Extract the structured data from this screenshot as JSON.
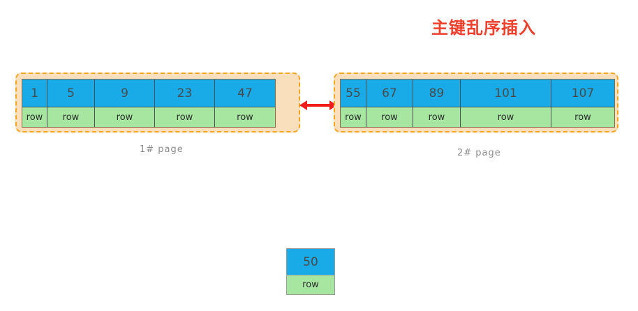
{
  "title": "主键乱序插入",
  "colors": {
    "title": "#ee402c",
    "key_cell": "#18abe8",
    "row_cell": "#a6e6a1",
    "page_fill": "#fadfbd",
    "page_border": "#f5a51e",
    "arrow": "#ee1c1c"
  },
  "pages": [
    {
      "id": "page-1",
      "caption": "1#  page",
      "free_space": true,
      "slots": [
        {
          "key": "1",
          "row": "row",
          "width": 36
        },
        {
          "key": "5",
          "row": "row",
          "width": 68
        },
        {
          "key": "9",
          "row": "row",
          "width": 86
        },
        {
          "key": "23",
          "row": "row",
          "width": 86
        },
        {
          "key": "47",
          "row": "row",
          "width": 86
        }
      ]
    },
    {
      "id": "page-2",
      "caption": "2#  page",
      "free_space": false,
      "slots": [
        {
          "key": "55",
          "row": "row",
          "width": 37
        },
        {
          "key": "67",
          "row": "row",
          "width": 67
        },
        {
          "key": "89",
          "row": "row",
          "width": 68
        },
        {
          "key": "101",
          "row": "row",
          "width": 130
        },
        {
          "key": "107",
          "row": "row",
          "width": 90
        }
      ]
    }
  ],
  "link": {
    "arrow_icon": "double-headed-arrow-icon"
  },
  "new_record": {
    "key": "50",
    "row": "row"
  }
}
